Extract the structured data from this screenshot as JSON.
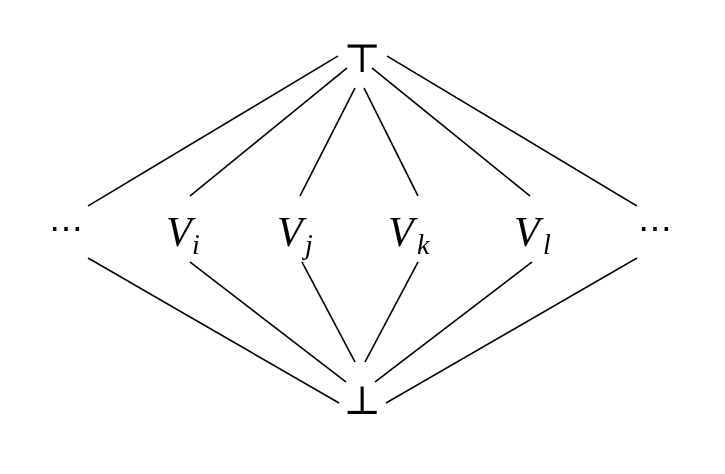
{
  "diagram": {
    "top": {
      "label": "⊤"
    },
    "bottom": {
      "label": "⊥"
    },
    "left_dots": {
      "label": "⋯"
    },
    "right_dots": {
      "label": "⋯"
    },
    "vertices": [
      {
        "base": "V",
        "sub": "i"
      },
      {
        "base": "V",
        "sub": "j"
      },
      {
        "base": "V",
        "sub": "k"
      },
      {
        "base": "V",
        "sub": "l"
      }
    ],
    "colors": {
      "stroke": "#000000",
      "background": "#ffffff"
    }
  }
}
